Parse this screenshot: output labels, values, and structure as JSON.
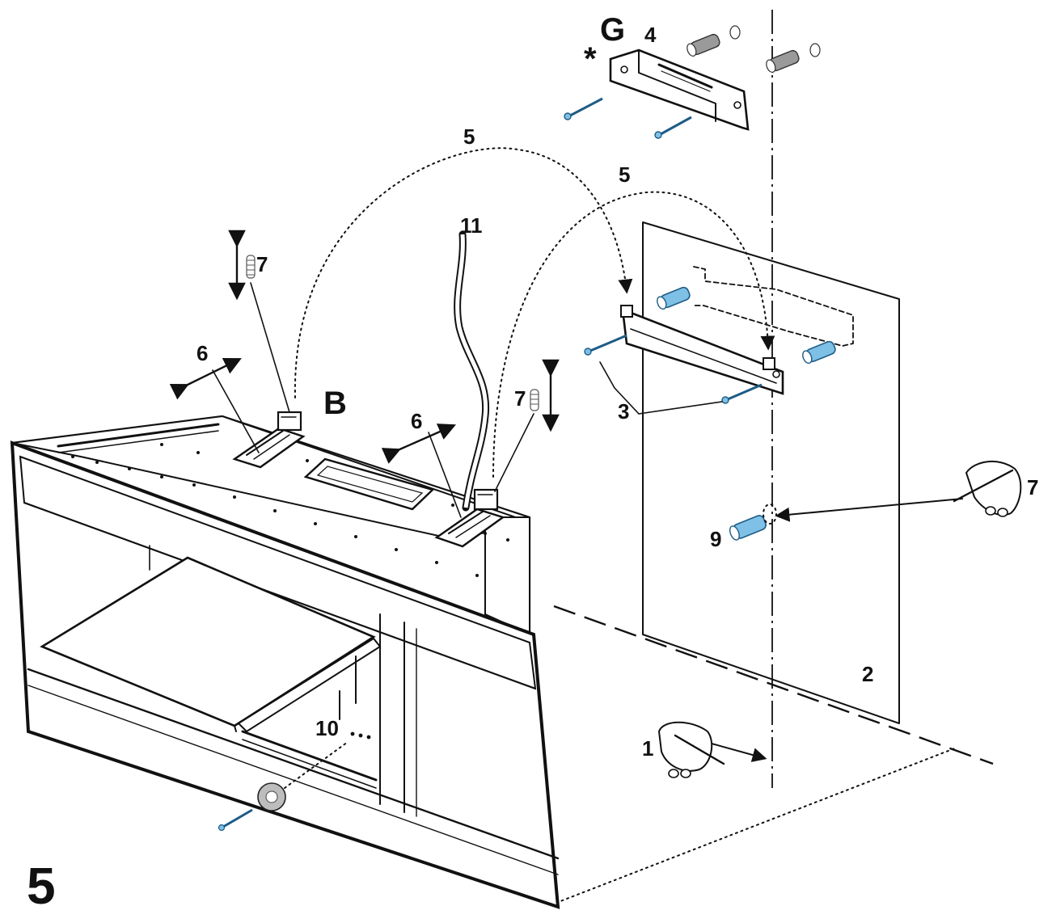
{
  "step_number": "5",
  "labels": {
    "part_B": "B",
    "part_G": "G",
    "asterisk": "*",
    "n1": "1",
    "n2": "2",
    "n3": "3",
    "n4": "4",
    "n5a": "5",
    "n5b": "5",
    "n6a": "6",
    "n6b": "6",
    "n7a": "7",
    "n7b": "7",
    "n7c": "7",
    "n9": "9",
    "n10": "10",
    "n11": "11"
  },
  "icons": [
    "hand-pencil-icon",
    "wall-plug-icon",
    "screw-icon",
    "spring-icon",
    "double-arrow-icon"
  ],
  "colors": {
    "ink": "#111111",
    "plug_blue": "#7ec0e6",
    "plug_grey": "#9a9a9a"
  }
}
